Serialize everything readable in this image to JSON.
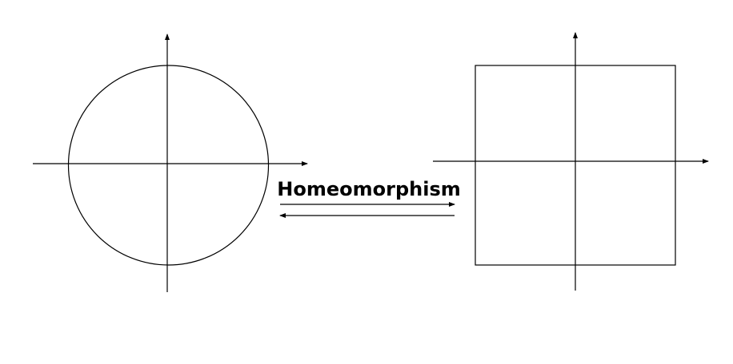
{
  "diagram": {
    "label": "Homeomorphism",
    "shapes": {
      "left": "circle",
      "right": "square"
    },
    "colors": {
      "stroke": "#000000",
      "background": "#ffffff"
    }
  }
}
